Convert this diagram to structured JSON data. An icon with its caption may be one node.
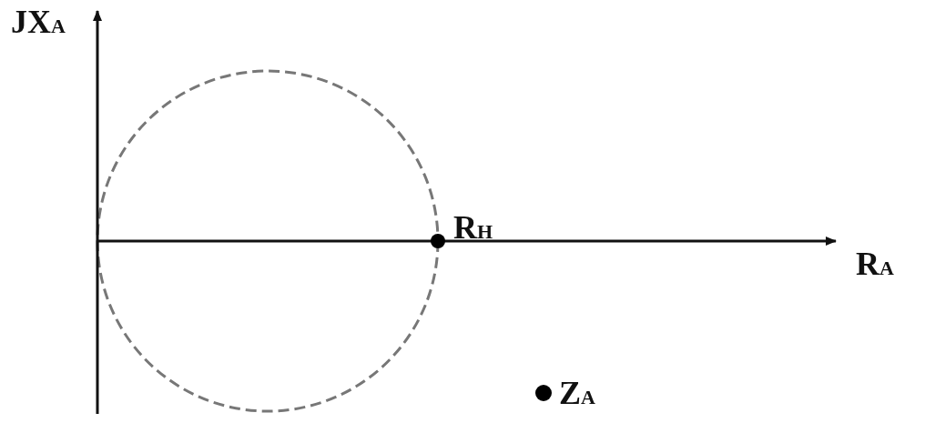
{
  "diagram": {
    "labels": [
      "JX$_{A}$",
      "R$_{H}$",
      "R$_{A}$",
      "Z$_{A}$"
    ]
  }
}
